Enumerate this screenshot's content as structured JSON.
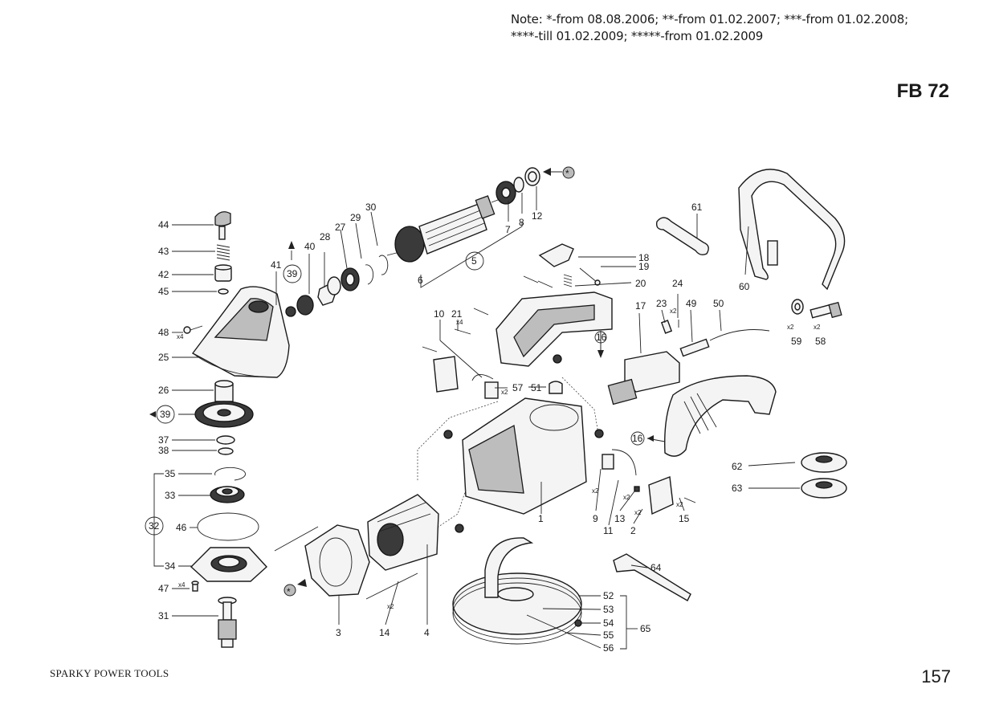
{
  "note": {
    "line1": "Note: *-from 08.08.2006;  **-from 01.02.2007;  ***-from 01.02.2008;",
    "line2": "****-till 01.02.2009;  *****-from 01.02.2009"
  },
  "model": "FB 72",
  "footer": {
    "brand": "SPARKY POWER TOOLS",
    "page": "157"
  },
  "labels": {
    "p1": "1",
    "p2": "2",
    "p3": "3",
    "p4": "4",
    "p5": "5",
    "p6": "6",
    "p7": "7",
    "p8": "8",
    "p9": "9",
    "p10": "10",
    "p11": "11",
    "p12": "12",
    "p13": "13",
    "p14": "14",
    "p15": "15",
    "p16a": "16",
    "p16b": "16",
    "p17": "17",
    "p18": "18",
    "p19": "19",
    "p20": "20",
    "p21": "21",
    "p23": "23",
    "p24": "24",
    "p25": "25",
    "p26": "26",
    "p27": "27",
    "p28": "28",
    "p29": "29",
    "p30": "30",
    "p31": "31",
    "p32": "32",
    "p33": "33",
    "p34": "34",
    "p35": "35",
    "p37": "37",
    "p38": "38",
    "p39a": "39",
    "p39b": "39",
    "p40": "40",
    "p41": "41",
    "p42": "42",
    "p43": "43",
    "p44": "44",
    "p45": "45",
    "p46": "46",
    "p47": "47",
    "p48": "48",
    "p49": "49",
    "p50": "50",
    "p51": "51",
    "p52": "52",
    "p53": "53",
    "p54": "54",
    "p55": "55",
    "p56": "56",
    "p57": "57",
    "p58": "58",
    "p59": "59",
    "p60": "60",
    "p61": "61",
    "p62": "62",
    "p63": "63",
    "p64": "64",
    "p65": "65",
    "star": "*"
  },
  "qty": {
    "x4a": "x4",
    "x4b": "x4",
    "x4c": "x4",
    "x2a": "x2",
    "x2b": "x2",
    "x2c": "x2",
    "x2d": "x2",
    "x2e": "x2",
    "x2f": "x2",
    "x2g": "x2",
    "x2h": "x2",
    "x2i": "x2"
  }
}
